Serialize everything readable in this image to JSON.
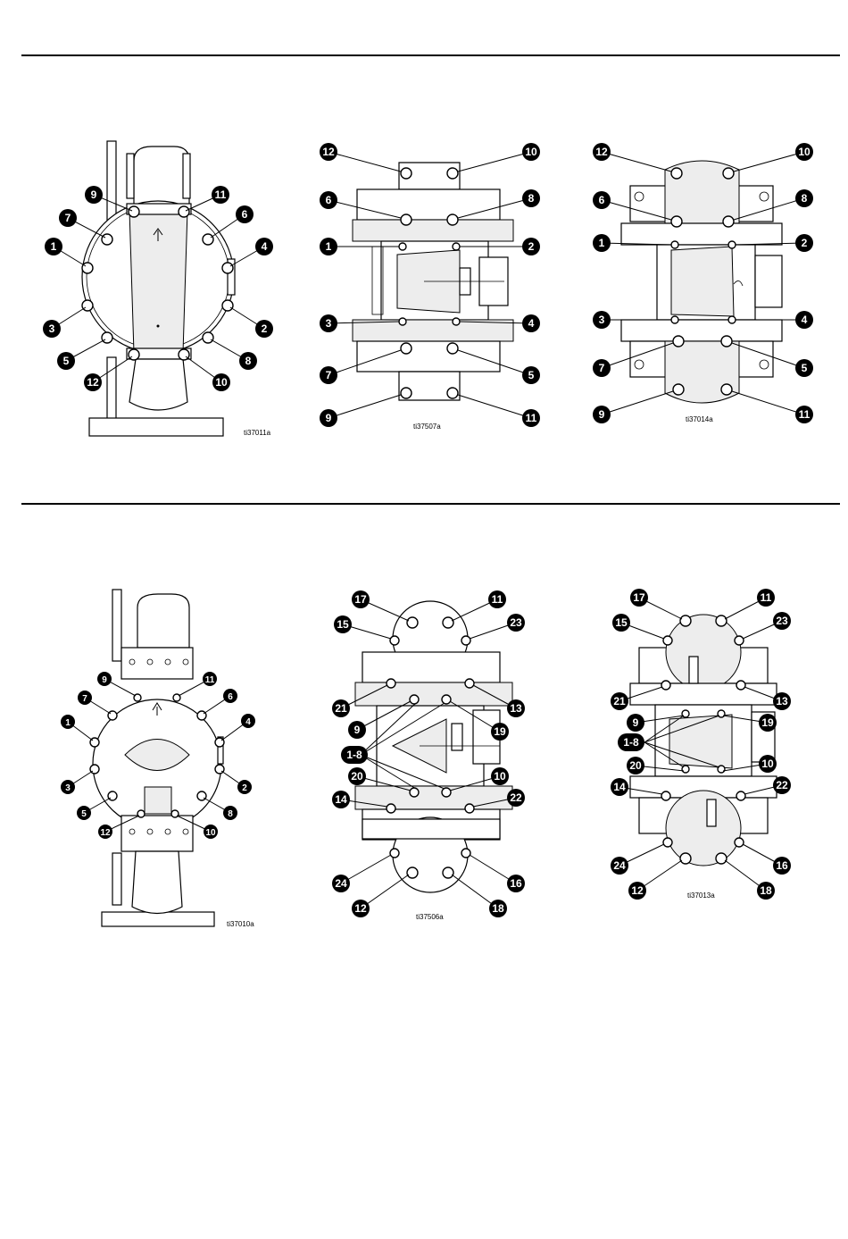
{
  "figures": [
    {
      "id": "fig-top-left",
      "label": "ti37011a",
      "callouts": [
        "1",
        "2",
        "3",
        "4",
        "5",
        "6",
        "7",
        "8",
        "9",
        "10",
        "11",
        "12"
      ]
    },
    {
      "id": "fig-top-middle",
      "label": "ti37507a",
      "callouts": [
        "1",
        "2",
        "3",
        "4",
        "5",
        "6",
        "7",
        "8",
        "9",
        "10",
        "11",
        "12"
      ]
    },
    {
      "id": "fig-top-right",
      "label": "ti37014a",
      "callouts": [
        "1",
        "2",
        "3",
        "4",
        "5",
        "6",
        "7",
        "8",
        "9",
        "10",
        "11",
        "12"
      ]
    },
    {
      "id": "fig-bottom-left",
      "label": "ti37010a",
      "callouts": [
        "1",
        "2",
        "3",
        "4",
        "5",
        "6",
        "7",
        "8",
        "9",
        "10",
        "11",
        "12"
      ]
    },
    {
      "id": "fig-bottom-middle",
      "label": "ti37506a",
      "callouts": [
        "1-8",
        "9",
        "10",
        "11",
        "12",
        "13",
        "14",
        "15",
        "16",
        "17",
        "18",
        "19",
        "20",
        "21",
        "22",
        "23",
        "24"
      ]
    },
    {
      "id": "fig-bottom-right",
      "label": "ti37013a",
      "callouts": [
        "1-8",
        "9",
        "10",
        "11",
        "12",
        "13",
        "14",
        "15",
        "16",
        "17",
        "18",
        "19",
        "20",
        "21",
        "22",
        "23",
        "24"
      ]
    }
  ]
}
